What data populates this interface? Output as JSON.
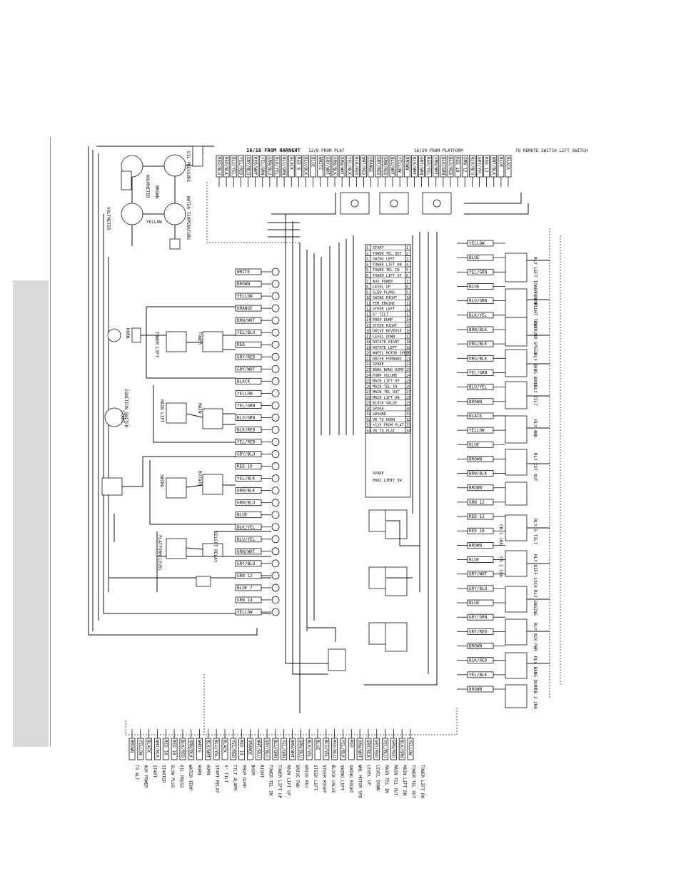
{
  "headers": {
    "harness_height": "16/16 FROM HARNGHT",
    "from_plat": "12/8 FROM PLAT",
    "from_platform": "16/20 FROM PLATFORM",
    "remote_switch": "TO REMOTE SWITCH LIFT SWITCH"
  },
  "top_left_components": {
    "oil_pressure": "OIL PRESSURE",
    "water_temp": "WATER TEMPERATURE",
    "hourmeter": "HOURMETER",
    "voltmeter": "VOLTMETER",
    "wire_yellow": "YELLOW",
    "wire_brown": "BROWN"
  },
  "terminal_block": {
    "rows": [
      {
        "n": "1",
        "label": "START"
      },
      {
        "n": "2",
        "label": "TOWER TEL OUT"
      },
      {
        "n": "3",
        "label": "SWING LEFT"
      },
      {
        "n": "4",
        "label": "TOWER LIFT DN"
      },
      {
        "n": "5",
        "label": "TOWER TEL IN"
      },
      {
        "n": "6",
        "label": "TOWER LIFT UP"
      },
      {
        "n": "7",
        "label": "AUX POWER"
      },
      {
        "n": "8",
        "label": "LEVEL UP"
      },
      {
        "n": "9",
        "label": "SLEW PLANS"
      },
      {
        "n": "10",
        "label": "SWING RIGHT"
      },
      {
        "n": "11",
        "label": "FEM ENGINE"
      },
      {
        "n": "12",
        "label": "STEER LEFT"
      },
      {
        "n": "13",
        "label": "5° TILT"
      },
      {
        "n": "14",
        "label": "PROP DUMP"
      },
      {
        "n": "15",
        "label": "STEER RIGHT"
      },
      {
        "n": "16",
        "label": "DRIVE REVERSE"
      },
      {
        "n": "17",
        "label": "LEVEL DOWN"
      },
      {
        "n": "18",
        "label": "ROTATE RIGHT"
      },
      {
        "n": "19",
        "label": "ROTATE LEFT"
      },
      {
        "n": "20",
        "label": "WHEEL MOTOR SPEED"
      },
      {
        "n": "21",
        "label": "DRIVE FORWARD"
      },
      {
        "n": "22",
        "label": "SPARE"
      },
      {
        "n": "23",
        "label": "BANG BANG DUMP"
      },
      {
        "n": "24",
        "label": "PUMP VOLUME"
      },
      {
        "n": "25",
        "label": "MAIN LIFT UP"
      },
      {
        "n": "26",
        "label": "MAIN TEL IN"
      },
      {
        "n": "27",
        "label": "MAIN TEL OUT"
      },
      {
        "n": "28",
        "label": "MAIN LIFT DN"
      },
      {
        "n": "29",
        "label": "BLOCK VALVE"
      },
      {
        "n": "30",
        "label": "SPARE"
      },
      {
        "n": "31",
        "label": "GROUND"
      },
      {
        "n": "32",
        "label": "VR TO HORN"
      },
      {
        "n": "33",
        "label": "+12V FROM PLAT"
      },
      {
        "n": "34",
        "label": "VR TO PLAT"
      }
    ],
    "lower_rows": [
      {
        "label": "SPARE"
      },
      {
        "label": "HORZ LIMIT SW"
      }
    ]
  },
  "left_wire_labels": [
    "WHITE",
    "BROWN",
    "YELLOW",
    "ORANGE",
    "BRN/WHT",
    "YEL/BLU",
    "RED",
    "GRY/RED",
    "GRY/WHT",
    "BLACK",
    "YELLOW",
    "YEL/GRN",
    "BLU/GRN",
    "BLK/RED",
    "YEL/RED",
    "GRY/BLU",
    "RED 10",
    "YEL/BLK",
    "ORN/BLK",
    "GRN/BLU",
    "BLUE",
    "BLK/YEL",
    "BLU/YEL",
    "ORN/WHT",
    "GRY/BLU",
    "GRN 12",
    "BLUE 7",
    "GRN 14",
    "YELLOW"
  ],
  "left_components": {
    "tower_lift": "TOWER LIFT",
    "tower": "TOWER",
    "main_lift": "MAIN LIFT",
    "main": "MAIN",
    "swing": "SWING",
    "rotate": "ROTATE",
    "platform_level": "PLATFORM LEVEL",
    "ignition_switch": "IGNITION SWITCH",
    "start": "START",
    "horn": "HORN",
    "select_relay": "SELECT RELAY"
  },
  "right_wire_labels": [
    "YELLOW",
    "BLUE",
    "YEL/GRN",
    "BLUE",
    "BLU/GRN",
    "BLK/YEL",
    "BRN/BLK",
    "ORG/BLK",
    "ORG/BLK",
    "YEL/GRN",
    "BLU/YEL",
    "BROWN",
    "BLACK",
    "YELLOW",
    "BLUE",
    "BROWN",
    "BRN/BLK",
    "BROWN",
    "GRN 12",
    "RED 12",
    "RED 18",
    "BROWN",
    "BLUE",
    "GRY/WHT",
    "GRY/BLU",
    "BLUE",
    "GRY/GRN",
    "GRY/RED",
    "BROWN",
    "BLK/RED",
    "YEL/BLK",
    "BROWN"
  ],
  "right_components": {
    "r1": "RLY LEFT TOWER PUMP",
    "r2": "RLY RIGHT TOWER",
    "r3": "RLY 2ND SPEED",
    "r4": "RLY BANG BANG",
    "r5": "RLY TILT",
    "r6": "RLY 4WD",
    "r7": "RLY CUT OUT",
    "r8": "RLY 5 TILT",
    "r9": "RLY DIFF LOCK",
    "r10": "RLY ENGINE",
    "r11": "RLY AUX PWR",
    "r12": "RLY BANG DUMP",
    "cb1": "CB 1 10A",
    "cb2": "CB 2 15A",
    "cb3": "CB 3 20A"
  },
  "bottom_labels": [
    "TO ALT",
    "AUX POWER",
    "START",
    "STARTER",
    "GLOW PLUG",
    "OIL PRESS",
    "WATER TEMP",
    "HORN",
    "HORN",
    "START RELAY",
    "5° TILT",
    "TILT ALARM",
    "PROP DUMP",
    "BOOM",
    "RIGHT",
    "TOWER TEL IN",
    "TOWER LIFT UP",
    "MAIN LIFT UP",
    "DRIVE FWD",
    "DRIVE REV",
    "STEER LEFT",
    "STEER RIGHT",
    "BLOCK VALVE",
    "SWING LEFT",
    "SWING RIGHT",
    "WHL MOTOR SPD",
    "LEVEL UP",
    "LEVEL DOWN",
    "MAIN TEL IN",
    "MAIN TEL OUT",
    "MAIN LIFT DN",
    "TOWER TEL OUT",
    "TOWER LIFT DN"
  ],
  "bottom_wire_labels": [
    "BROWN",
    "YELLOW",
    "BLACK",
    "WHT/BLK",
    "RED 10",
    "RED 10",
    "BLK/RED",
    "ORN/BLK",
    "WHITE",
    "BLK/WHT",
    "BLU/YEL",
    "BLACK",
    "YEL/RED",
    "RED 14",
    "ORANGE",
    "WHT/BLU",
    "GRY/BLU",
    "BLU/GRN",
    "YEL/GRN",
    "BRN/WHT",
    "GRN/BLU",
    "BLK/YEL",
    "BLUE",
    "BLU/YEL",
    "RED/BLU",
    "YEL/BLK",
    "RED",
    "ORN/WHT",
    "GRY/BLK",
    "GRY/RED",
    "YEL/BLU",
    "GRN/RED",
    "BLK/GRN",
    "YELLOW"
  ],
  "top_wire_labels": [
    "RED/BLU",
    "RED/BLK",
    "BLU/YEL",
    "YEL/RED",
    "GRY/BLU",
    "RED/WHT",
    "YEL/GRN",
    "GRN/BLU",
    "BLK/YEL",
    "BLU/GRN",
    "BLACK",
    "RED 8",
    "BLU/BLK",
    "BLUE",
    "WHITE",
    "GRY/WHT",
    "ORN/BLK",
    "BRN/WHT",
    "YEL/BLK",
    "BLK/RED",
    "WHT/RED",
    "ORANGE",
    "GRY/RED",
    "GRN/RED",
    "BLU/WHT",
    "YELLOW",
    "BROWN",
    "BLK/WHT",
    "GRY/GRN",
    "RED/YEL",
    "ORN/WHT",
    "BLK/GRN",
    "BLU/RED",
    "RED 10",
    "GRN 12",
    "BLK/BLU",
    "GRY/YEL",
    "RED 12",
    "WHT/BLK",
    "BLUE",
    "BLACK"
  ]
}
